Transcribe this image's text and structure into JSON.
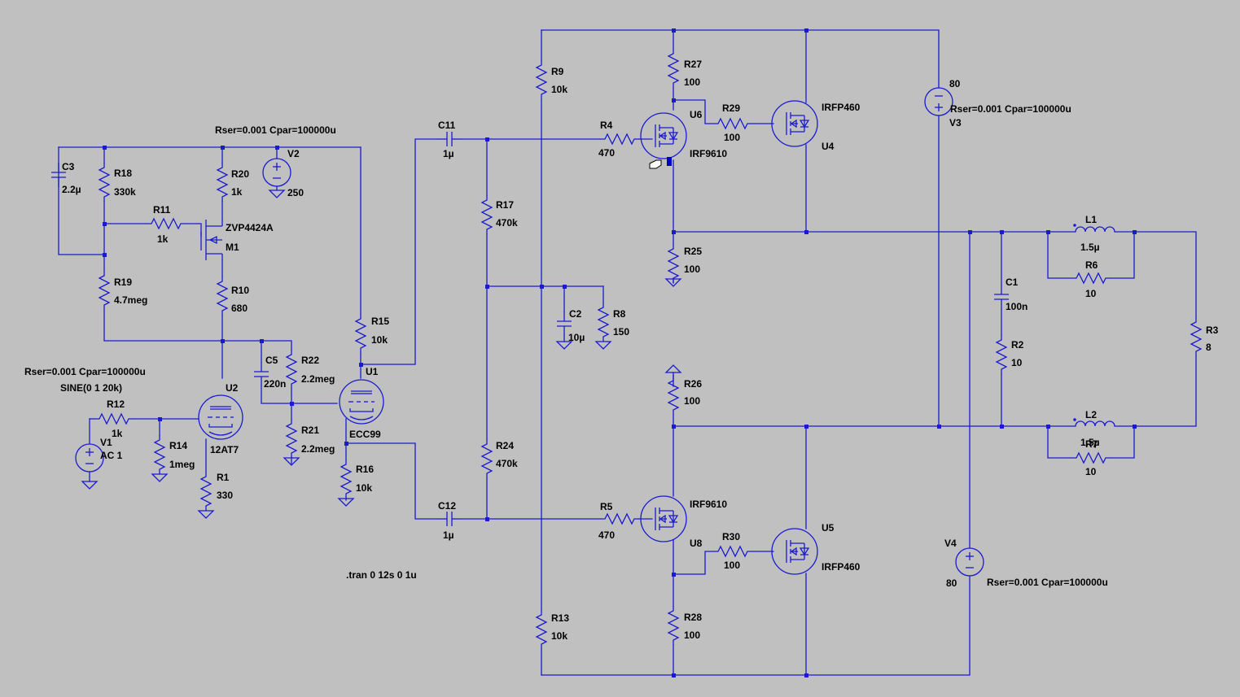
{
  "colors": {
    "background": "#c0c0c0",
    "wire": "#1a1ad0",
    "text": "#000000"
  },
  "icons": [
    "resistor",
    "capacitor",
    "inductor",
    "voltage-source",
    "ground",
    "triode-tube",
    "p-mosfet",
    "n-mosfet",
    "pointer-hand"
  ],
  "components": {
    "C3": {
      "ref": "C3",
      "value": "2.2µ"
    },
    "R18": {
      "ref": "R18",
      "value": "330k"
    },
    "R20": {
      "ref": "R20",
      "value": "1k"
    },
    "V2": {
      "ref": "V2",
      "value": "250"
    },
    "R11": {
      "ref": "R11",
      "value": "1k"
    },
    "M1": {
      "ref": "M1",
      "value": "ZVP4424A"
    },
    "R19": {
      "ref": "R19",
      "value": "4.7meg"
    },
    "R10": {
      "ref": "R10",
      "value": "680"
    },
    "R15": {
      "ref": "R15",
      "value": "10k"
    },
    "C5": {
      "ref": "C5",
      "value": "220n"
    },
    "R22": {
      "ref": "R22",
      "value": "2.2meg"
    },
    "R21": {
      "ref": "R21",
      "value": "2.2meg"
    },
    "U1": {
      "ref": "U1",
      "value": "ECC99"
    },
    "U2": {
      "ref": "U2",
      "value": "12AT7"
    },
    "R16": {
      "ref": "R16",
      "value": "10k"
    },
    "R12": {
      "ref": "R12",
      "value": "1k"
    },
    "V1": {
      "ref": "V1",
      "value": "AC 1",
      "extra": "SINE(0 1 20k)"
    },
    "R14": {
      "ref": "R14",
      "value": "1meg"
    },
    "R1": {
      "ref": "R1",
      "value": "330"
    },
    "C11": {
      "ref": "C11",
      "value": "1µ"
    },
    "C12": {
      "ref": "C12",
      "value": "1µ"
    },
    "R17": {
      "ref": "R17",
      "value": "470k"
    },
    "R24": {
      "ref": "R24",
      "value": "470k"
    },
    "R9": {
      "ref": "R9",
      "value": "10k"
    },
    "R13": {
      "ref": "R13",
      "value": "10k"
    },
    "C2": {
      "ref": "C2",
      "value": "10µ"
    },
    "R8": {
      "ref": "R8",
      "value": "150"
    },
    "R4": {
      "ref": "R4",
      "value": "470"
    },
    "R5": {
      "ref": "R5",
      "value": "470"
    },
    "U6": {
      "ref": "U6",
      "value": "IRF9610"
    },
    "U8": {
      "ref": "U8",
      "value": "IRF9610"
    },
    "R27": {
      "ref": "R27",
      "value": "100"
    },
    "R25": {
      "ref": "R25",
      "value": "100"
    },
    "R26": {
      "ref": "R26",
      "value": "100"
    },
    "R28": {
      "ref": "R28",
      "value": "100"
    },
    "R29": {
      "ref": "R29",
      "value": "100"
    },
    "R30": {
      "ref": "R30",
      "value": "100"
    },
    "U4": {
      "ref": "U4",
      "value": "IRFP460"
    },
    "U5": {
      "ref": "U5",
      "value": "IRFP460"
    },
    "V3": {
      "ref": "V3",
      "value": "80"
    },
    "V4": {
      "ref": "V4",
      "value": "80"
    },
    "C1": {
      "ref": "C1",
      "value": "100n"
    },
    "R2": {
      "ref": "R2",
      "value": "10"
    },
    "L1": {
      "ref": "L1",
      "value": "1.5µ"
    },
    "L2": {
      "ref": "L2",
      "value": "1.5µ"
    },
    "R6": {
      "ref": "R6",
      "value": "10"
    },
    "R7": {
      "ref": "R7",
      "value": "10"
    },
    "R3": {
      "ref": "R3",
      "value": "8"
    }
  },
  "source_params": {
    "v2": "Rser=0.001 Cpar=100000u",
    "v1": "Rser=0.001 Cpar=100000u",
    "v3": "Rser=0.001 Cpar=100000u",
    "v4": "Rser=0.001 Cpar=100000u"
  },
  "directive": ".tran 0 12s 0 1u"
}
